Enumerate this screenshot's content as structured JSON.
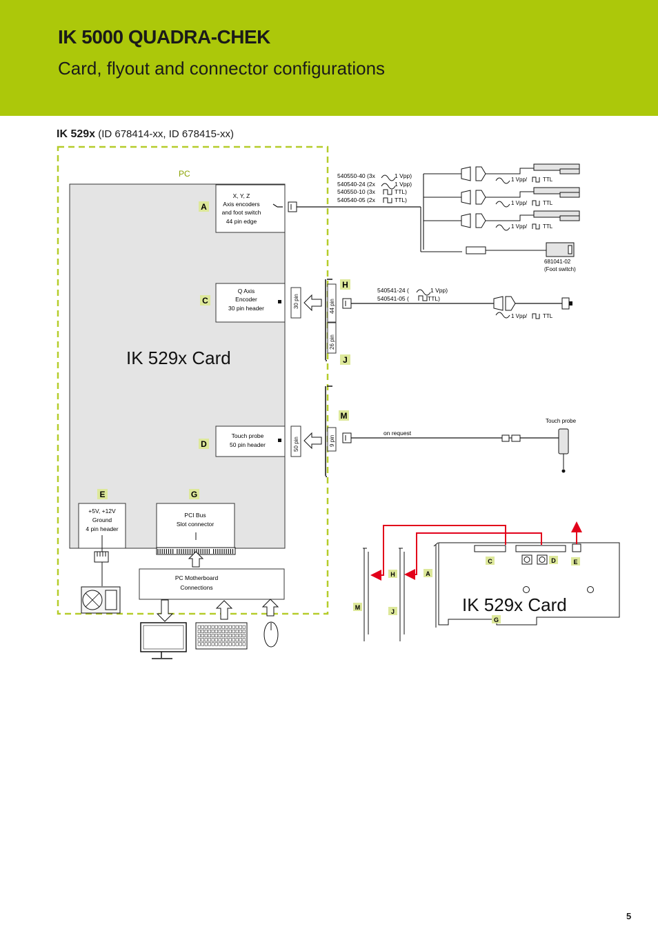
{
  "header": {
    "title": "IK 5000 QUADRA-CHEK",
    "subtitle": "Card, flyout and connector configurations",
    "band_color": "#acc80a"
  },
  "section": {
    "heading_bold": "IK 529x",
    "heading_rest": " (ID 678414-xx, ID 678415-xx)"
  },
  "pc_label": "PC",
  "card_name": "IK 529x Card",
  "blocks": {
    "a": {
      "letter": "A",
      "lines": [
        "X, Y, Z",
        "Axis encoders",
        "and foot switch",
        "44 pin edge"
      ]
    },
    "c": {
      "letter": "C",
      "lines": [
        "Q Axis",
        "Encoder",
        "30 pin header"
      ]
    },
    "d": {
      "letter": "D",
      "lines": [
        "Touch probe",
        "50 pin header"
      ]
    },
    "e": {
      "letter": "E",
      "lines": [
        "+5V, +12V",
        "Ground",
        "4 pin header"
      ]
    },
    "g": {
      "letter": "G",
      "lines": [
        "PCI Bus",
        "Slot connector"
      ]
    },
    "motherboard": {
      "lines": [
        "PC Motherboard",
        "Connections"
      ]
    }
  },
  "flyout_letters": {
    "h": "H",
    "j": "J",
    "m": "M"
  },
  "pin_labels": {
    "c_header": "30 pin",
    "h_bracket": "44 pin",
    "j_bracket": "26 pin",
    "d_header": "50 pin",
    "m_bracket": "9 pin"
  },
  "cables": {
    "a_lines": [
      "540550-40 (3x",
      "540540-24 (2x",
      "540550-10 (3x",
      "540540-05 (2x"
    ],
    "a_right": [
      "1 Vpp)",
      "1 Vpp)",
      "TTL)",
      "TTL)"
    ],
    "h_lines": [
      "540541-24  (",
      "540541-05  ("
    ],
    "h_right": [
      "1 Vpp)",
      "TTL)"
    ],
    "signal_1vpp": "1 Vpp/",
    "signal_ttl": "TTL",
    "foot_switch_id": "681041-02",
    "foot_switch_name": "(Foot switch)",
    "on_request": "on request",
    "touch_probe": "Touch probe"
  },
  "board_letters": {
    "c": "C",
    "d": "D",
    "e": "E",
    "g": "G",
    "a": "A",
    "h": "H",
    "j": "J",
    "m": "M"
  },
  "colors": {
    "accent_green": "#acc80a",
    "letter_tag_bg": "#dde89a",
    "card_gray": "#e4e4e4",
    "dash_green": "#b5cc2a",
    "red_wire": "#e2001a"
  },
  "page_number": "5"
}
